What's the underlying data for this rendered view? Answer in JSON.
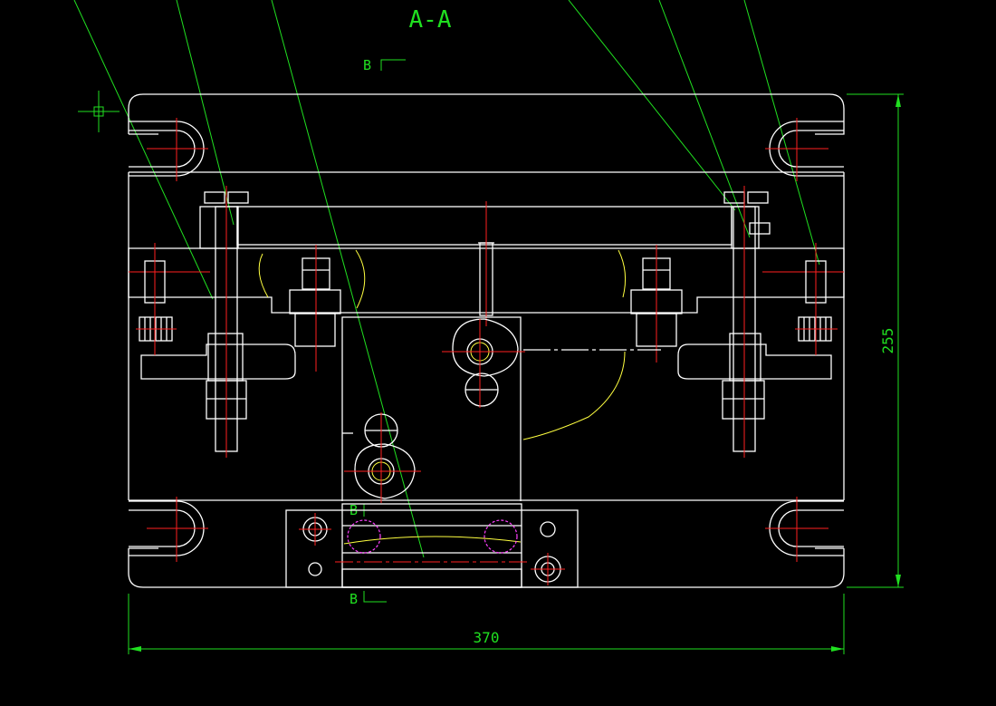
{
  "drawing": {
    "section_title": "A-A",
    "section_marker": "B",
    "dimensions": {
      "width": "370",
      "height": "255"
    },
    "colors": {
      "background": "#000000",
      "outline": "#ffffff",
      "centerline": "#ff2020",
      "dimension": "#20e020",
      "hatch": "#00c8ff",
      "curve": "#ffff40",
      "hidden_circle": "#ff40ff"
    }
  }
}
